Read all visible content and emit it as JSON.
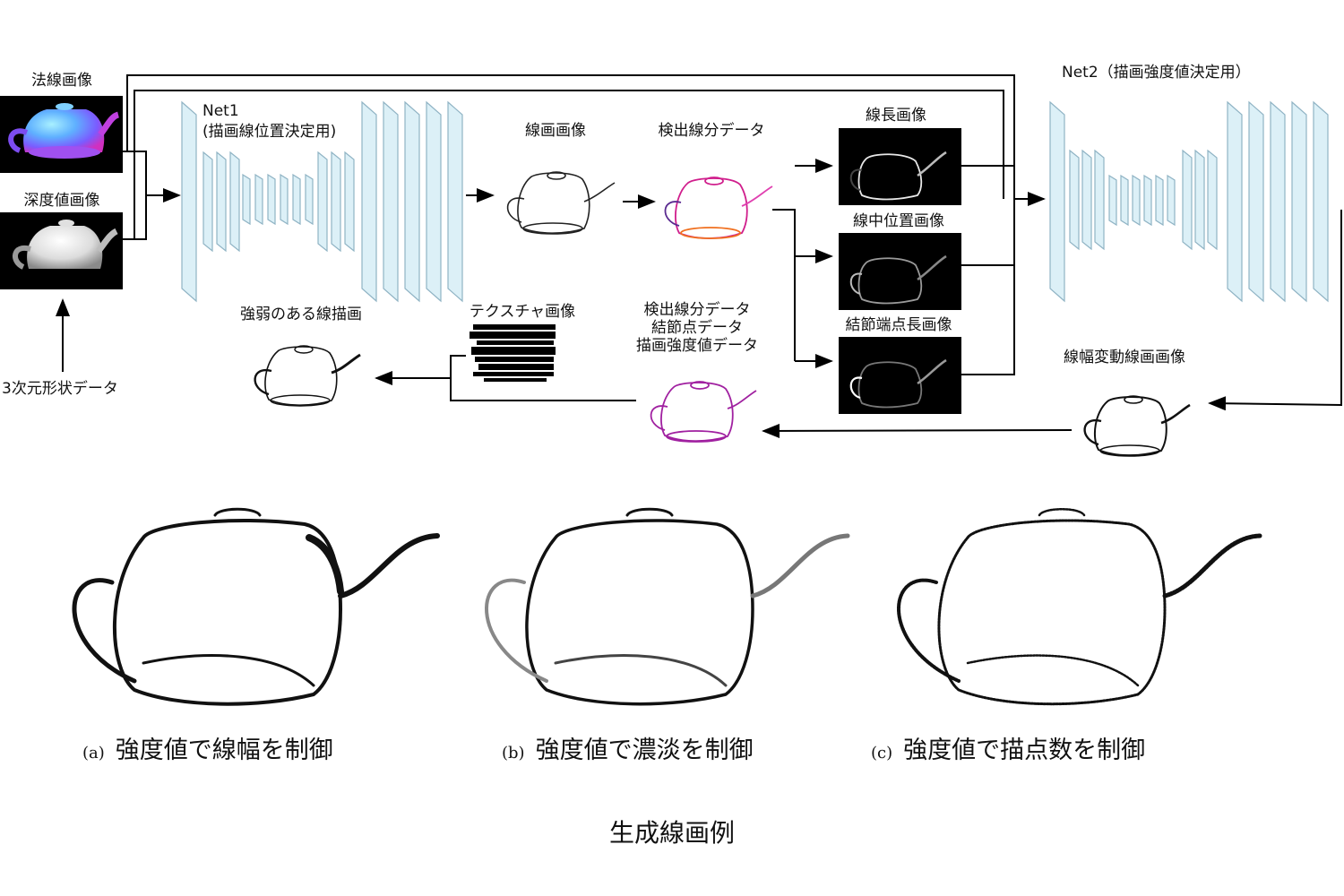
{
  "inputs": {
    "normal_image": "法線画像",
    "depth_image": "深度値画像",
    "shape_data": "3次元形状データ"
  },
  "net1": {
    "title": "Net1",
    "subtitle": "(描画線位置決定用)"
  },
  "net2": {
    "title": "Net2（描画強度値決定用）"
  },
  "stages": {
    "line_image": "線画画像",
    "detected_segments": "検出線分データ",
    "line_length_image": "線長画像",
    "line_center_image": "線中位置画像",
    "junction_endpoint_image": "結節端点長画像",
    "width_varied_image": "線幅変動線画画像",
    "combined_data_lines": [
      "検出線分データ",
      "結節点データ",
      "描画強度値データ"
    ],
    "texture_image": "テクスチャ画像",
    "weighted_drawing": "強弱のある線描画"
  },
  "examples": [
    {
      "marker": "(a)",
      "caption": "強度値で線幅を制御"
    },
    {
      "marker": "(b)",
      "caption": "強度値で濃淡を制御"
    },
    {
      "marker": "(c)",
      "caption": "強度値で描点数を制御"
    }
  ],
  "footer": {
    "title": "生成線画例"
  },
  "colors": {
    "net_panel_fill": "#dcf0f7",
    "net_panel_stroke": "#8fb3c4",
    "segment_magenta": "#d01e8c",
    "segment_orange": "#f07020",
    "segment_purple": "#a020a0"
  }
}
